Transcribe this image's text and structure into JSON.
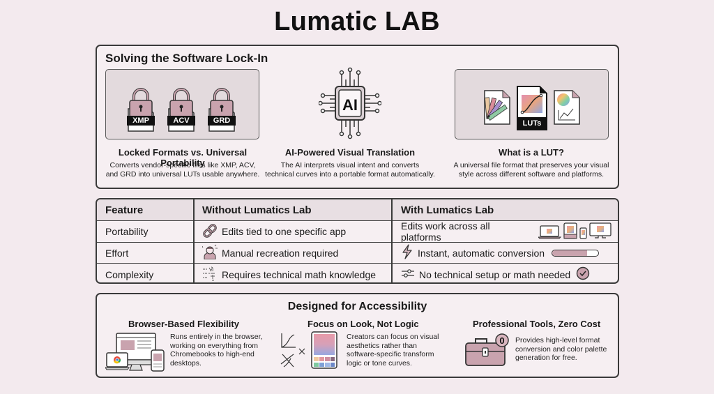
{
  "title": "Lumatic LAB",
  "section1": {
    "title": "Solving the Software Lock-In",
    "columns": [
      {
        "heading": "Locked Formats vs. Universal Portability",
        "description_lines": [
          "Converts vendor-specific files like XMP, ACV,",
          "and GRD into universal LUTs usable anywhere."
        ],
        "file_labels": [
          "XMP",
          "ACV",
          "GRD"
        ],
        "icon": "locked-file-icon"
      },
      {
        "heading": "AI-Powered Visual Translation",
        "description_lines": [
          "The AI interprets visual intent and converts",
          "technical curves into a portable format automatically."
        ],
        "chip_label": "AI",
        "icon": "ai-chip-icon"
      },
      {
        "heading": "What is a LUT?",
        "description_lines": [
          "A universal file format that preserves your visual",
          "style across different software and platforms."
        ],
        "file_label": "LUTs",
        "icon": "lut-file-icon"
      }
    ]
  },
  "comparison_table": {
    "headers": [
      "Feature",
      "Without Lumatics Lab",
      "With Lumatics Lab"
    ],
    "rows": [
      {
        "feature": "Portability",
        "without": {
          "text": "Edits tied to one specific app",
          "icon": "chain-link-icon"
        },
        "with": {
          "text": "Edits work across all platforms",
          "icon": "devices-icon"
        }
      },
      {
        "feature": "Effort",
        "without": {
          "text": "Manual recreation required",
          "icon": "stressed-person-icon"
        },
        "with": {
          "text": "Instant, automatic conversion",
          "icon": "lightning-icon",
          "progress": 0.75
        }
      },
      {
        "feature": "Complexity",
        "without": {
          "text": "Requires technical math knowledge",
          "icon": "math-formula-icon"
        },
        "with": {
          "text": "No technical setup or math needed",
          "icon": "sliders-icon",
          "status_icon": "check-circle-icon"
        }
      }
    ]
  },
  "section3": {
    "title": "Designed for Accessibility",
    "items": [
      {
        "heading": "Browser-Based Flexibility",
        "description_lines": [
          "Runs entirely in the browser,",
          "working on everything from",
          "Chromebooks to high-end",
          "desktops."
        ],
        "icon": "browser-devices-icon"
      },
      {
        "heading": "Focus on Look, Not Logic",
        "description_lines": [
          "Creators can focus on visual",
          "aesthetics rather than",
          "software-specific transform",
          "logic or tone curves."
        ],
        "icon": "palette-vs-curves-icon"
      },
      {
        "heading": "Professional Tools, Zero Cost",
        "description_lines": [
          "Provides high-level format",
          "conversion and color palette",
          "generation for free."
        ],
        "badge": "0",
        "icon": "toolbox-icon"
      }
    ]
  },
  "colors": {
    "background": "#f3eaee",
    "accent_mauve": "#c9a3ae",
    "dark": "#1a1a1a"
  }
}
